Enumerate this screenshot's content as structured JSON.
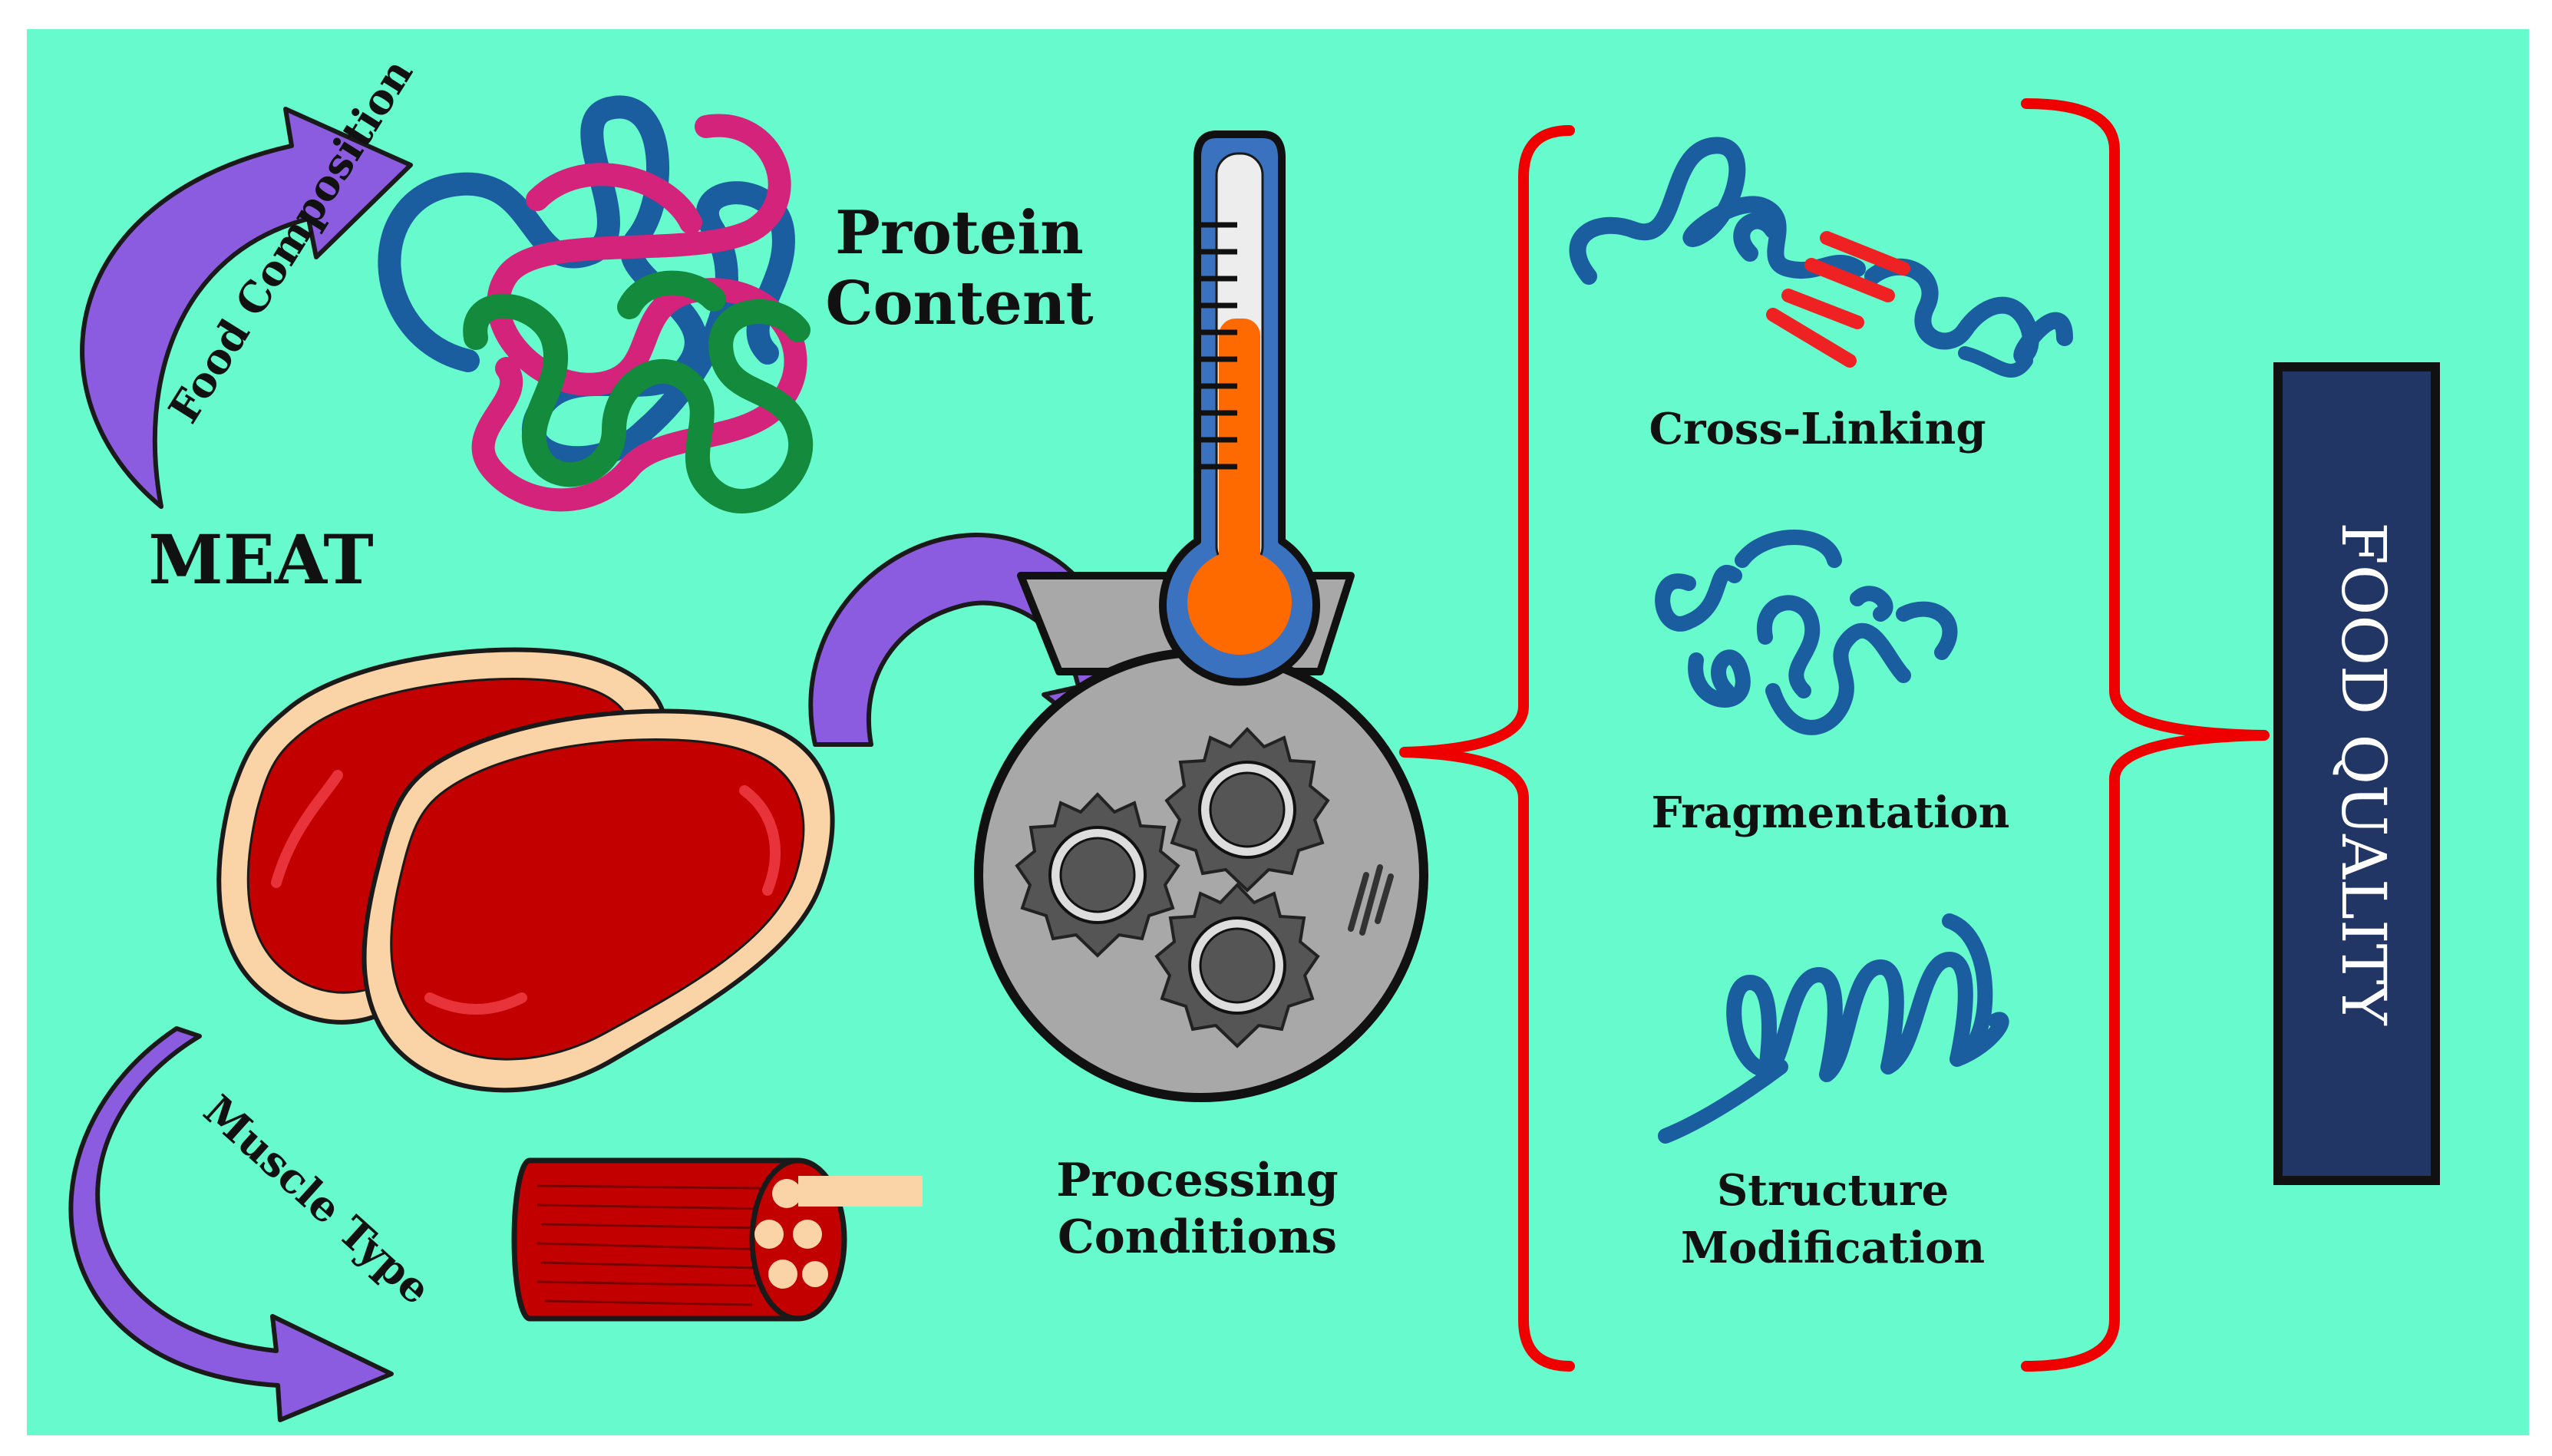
{
  "colors": {
    "panel": "#66FACC",
    "arrow": "#8B5CE0",
    "arrow_outline": "#1a1a1a",
    "protein_blue": "#1A5EA0",
    "protein_pink": "#D4237A",
    "protein_green": "#138A3C",
    "meat_red": "#C20000",
    "meat_fat": "#FAD3A6",
    "thermo_blue": "#3B72C0",
    "thermo_orange": "#FF6A00",
    "grinder_gray": "#A8A8A8",
    "gear_dark": "#555555",
    "bracket_red": "#EE0000",
    "quality_box": "#223665"
  },
  "labels": {
    "food_composition": "Food Composition",
    "protein_content_line1": "Protein",
    "protein_content_line2": "Content",
    "meat": "MEAT",
    "muscle_type": "Muscle Type",
    "processing_line1": "Processing",
    "processing_line2": "Conditions",
    "cross_linking": "Cross-Linking",
    "fragmentation": "Fragmentation",
    "structure_line1": "Structure",
    "structure_line2": "Modification",
    "food_quality": "FOOD QUALITY"
  },
  "icons": [
    "curved-arrow-icon",
    "protein-tangle-icon",
    "meat-steak-icon",
    "muscle-fiber-icon",
    "thermometer-icon",
    "grinder-icon",
    "gear-icon",
    "bracket-icon"
  ]
}
